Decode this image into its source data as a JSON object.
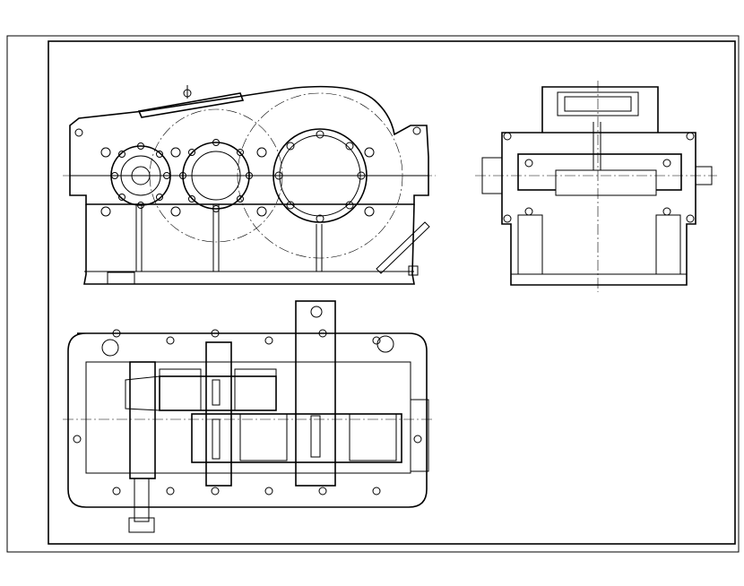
{
  "drawing": {
    "kind": "two-stage gearbox assembly drawing",
    "views": [
      "front-view",
      "side-view",
      "top-section-view"
    ],
    "line_color": "#000000",
    "background": "#ffffff"
  }
}
